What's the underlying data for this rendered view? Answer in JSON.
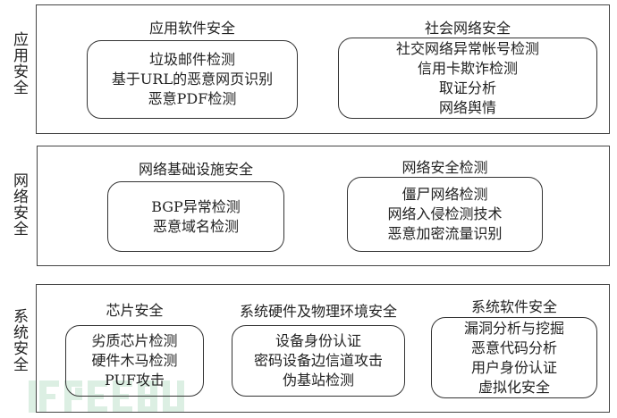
{
  "watermark": "FREEBUF",
  "layers": [
    {
      "label": "应用安全",
      "groups": [
        {
          "title": "应用软件安全",
          "items": [
            "垃圾邮件检测",
            "基于URL的恶意网页识别",
            "恶意PDF检测"
          ]
        },
        {
          "title": "社会网络安全",
          "items": [
            "社交网络异常帐号检测",
            "信用卡欺诈检测",
            "取证分析",
            "网络舆情"
          ]
        }
      ]
    },
    {
      "label": "网络安全",
      "groups": [
        {
          "title": "网络基础设施安全",
          "items": [
            "BGP异常检测",
            "恶意域名检测"
          ]
        },
        {
          "title": "网络安全检测",
          "items": [
            "僵尸网络检测",
            "网络入侵检测技术",
            "恶意加密流量识别"
          ]
        }
      ]
    },
    {
      "label": "系统安全",
      "groups": [
        {
          "title": "芯片安全",
          "items": [
            "劣质芯片检测",
            "硬件木马检测",
            "PUF攻击"
          ]
        },
        {
          "title": "系统硬件及物理环境安全",
          "items": [
            "设备身份认证",
            "密码设备边信道攻击",
            "伪基站检测"
          ]
        },
        {
          "title": "系统软件安全",
          "items": [
            "漏洞分析与挖掘",
            "恶意代码分析",
            "用户身份认证",
            "虚拟化安全"
          ]
        }
      ]
    }
  ]
}
